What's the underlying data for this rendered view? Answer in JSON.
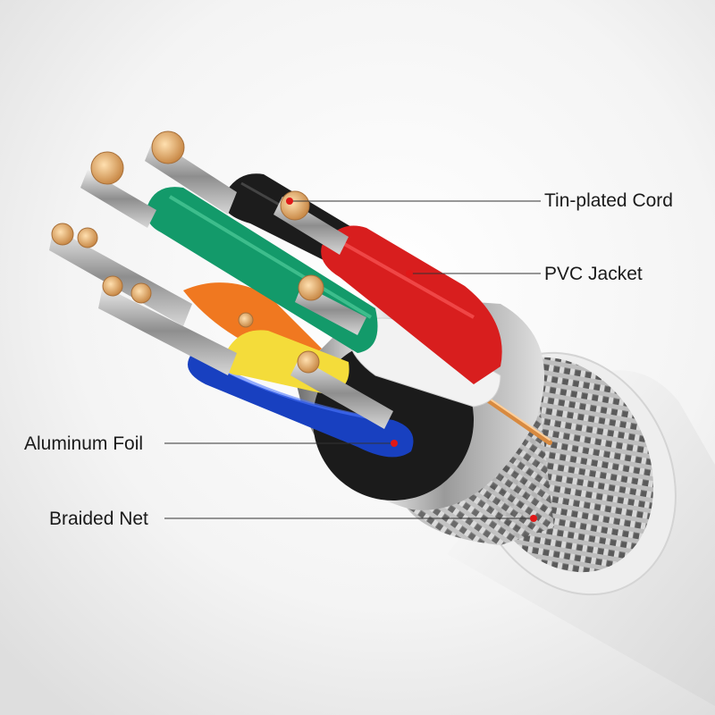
{
  "labels": {
    "tin_plated_cord": "Tin-plated Cord",
    "pvc_jacket": "PVC Jacket",
    "aluminum_foil": "Aluminum Foil",
    "braided_net": "Braided Net"
  },
  "colors": {
    "pointer_dot": "#e01818",
    "wire_red": "#d81e1e",
    "wire_black": "#1c1c1c",
    "wire_green": "#139a6a",
    "wire_white": "#f2f2f2",
    "wire_orange": "#f07820",
    "wire_yellow": "#f4dc3a",
    "wire_blue": "#1840c0",
    "copper": "#e8b070",
    "outer_jacket": "#f4f4f4"
  }
}
